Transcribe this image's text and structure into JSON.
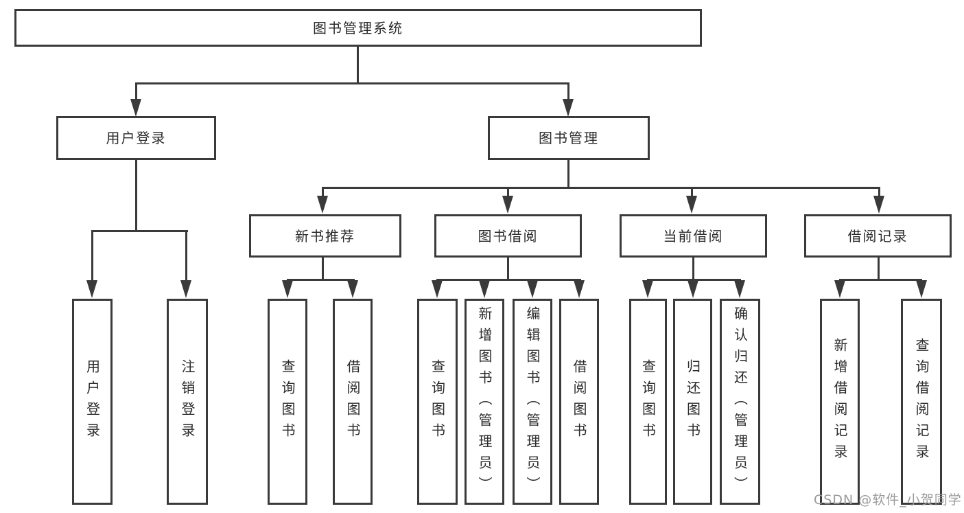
{
  "diagram": {
    "root": "图书管理系统",
    "level2": [
      "用户登录",
      "图书管理"
    ],
    "level3": [
      "新书推荐",
      "图书借阅",
      "当前借阅",
      "借阅记录"
    ],
    "leaves": {
      "user_login": [
        "用户登录",
        "注销登录"
      ],
      "new_book_recommend": [
        "查询图书",
        "借阅图书"
      ],
      "book_borrow": [
        "查询图书",
        "新增图书（管理员）",
        "编辑图书（管理员）",
        "借阅图书"
      ],
      "current_borrow": [
        "查询图书",
        "归还图书",
        "确认归还（管理员）"
      ],
      "borrow_records": [
        "新增借阅记录",
        "查询借阅记录"
      ]
    }
  },
  "watermark": "CSDN @软件_小贺同学",
  "colors": {
    "line": "#3a3a3a",
    "text": "#2b2b2b",
    "watermark": "#9b9b9b",
    "bg": "#ffffff"
  }
}
